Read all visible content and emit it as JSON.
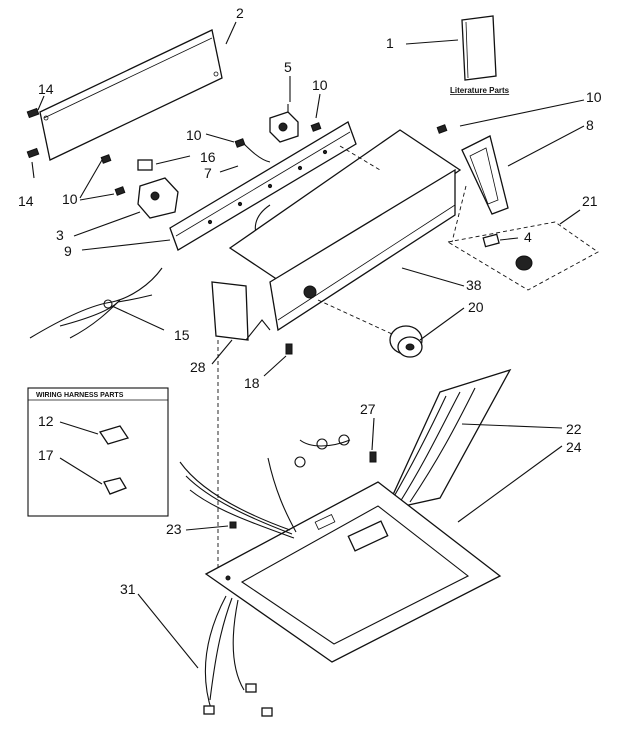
{
  "callouts": {
    "c1": "1",
    "c2": "2",
    "c3": "3",
    "c4": "4",
    "c5": "5",
    "c7": "7",
    "c8": "8",
    "c9": "9",
    "c10a": "10",
    "c10b": "10",
    "c10c": "10",
    "c10d": "10",
    "c12": "12",
    "c14a": "14",
    "c14b": "14",
    "c15": "15",
    "c16": "16",
    "c17": "17",
    "c18": "18",
    "c20": "20",
    "c21": "21",
    "c22": "22",
    "c23": "23",
    "c24": "24",
    "c27": "27",
    "c28": "28",
    "c31": "31",
    "c38": "38"
  },
  "literature_label": "Literature Parts",
  "wiring_box_title": "WIRING HARNESS PARTS"
}
